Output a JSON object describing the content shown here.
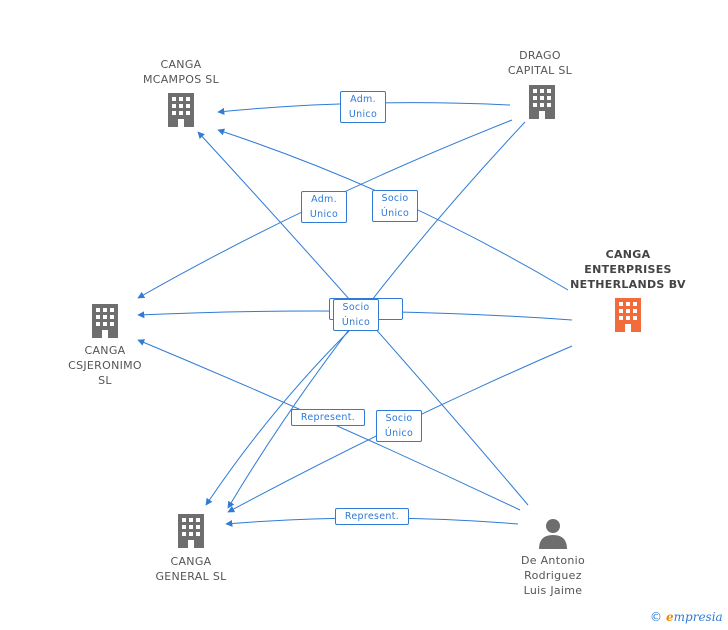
{
  "colors": {
    "edge": "#2f7bd6",
    "node_gray": "#6e6e6e",
    "node_highlight": "#f26b3a"
  },
  "nodes": {
    "mcampos": {
      "label": "CANGA\nMCAMPOS  SL",
      "icon": "building-icon",
      "highlight": false
    },
    "drago": {
      "label": "DRAGO\nCAPITAL  SL",
      "icon": "building-icon",
      "highlight": false
    },
    "enterprises": {
      "label": "CANGA\nENTERPRISES\nNETHERLANDS BV",
      "icon": "building-icon",
      "highlight": true
    },
    "csjeronimo": {
      "label": "CANGA\nCSJERONIMO\nSL",
      "icon": "building-icon",
      "highlight": false
    },
    "general": {
      "label": "CANGA\nGENERAL  SL",
      "icon": "building-icon",
      "highlight": false
    },
    "person": {
      "label": "De Antonio\nRodriguez\nLuis Jaime",
      "icon": "person-icon",
      "highlight": false
    }
  },
  "edge_labels": {
    "adm_unico_1": "Adm.\nUnico",
    "adm_unico_2": "Adm.\nUnico",
    "socio_unico_1": "Socio\nÚnico",
    "socio_unico_2": "Socio\nÚnico",
    "socio_unico_3": "Socio\nÚnico",
    "represent_1": "Represent.",
    "represent_2": "Represent."
  },
  "brand": {
    "copyright": "©",
    "initial": "e",
    "rest": "mpresia"
  }
}
